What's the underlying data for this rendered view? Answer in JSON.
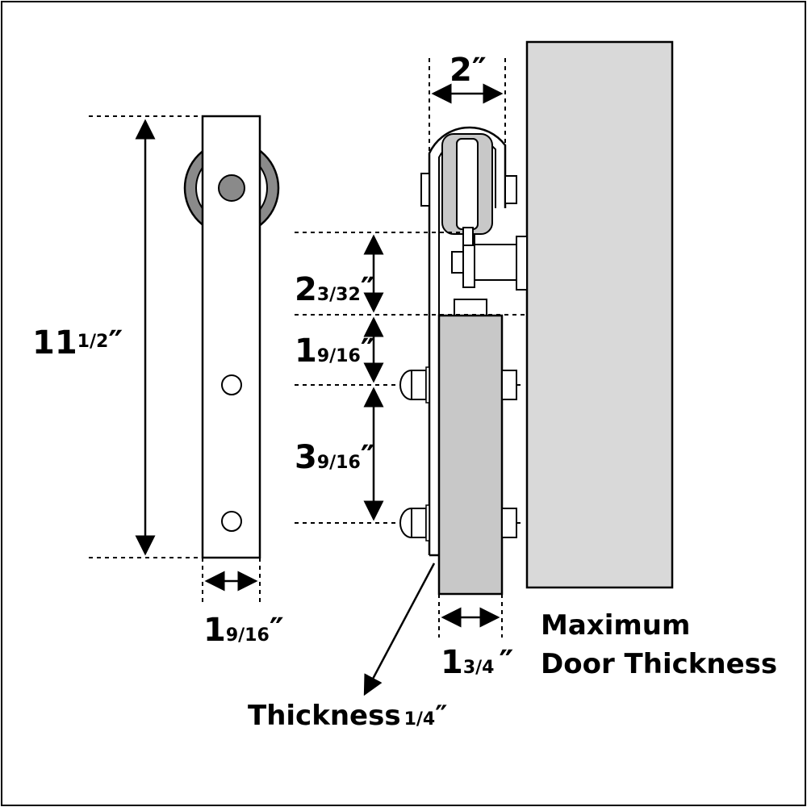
{
  "colors": {
    "line": "#000000",
    "metal_gray": "#c8c8c8",
    "wheel_gray": "#8a8a8a",
    "door_gray": "#d9d9d9",
    "background": "#ffffff"
  },
  "dimensions": {
    "total_height": {
      "whole": "11",
      "fraction": "1/2",
      "unit": "″"
    },
    "strap_width": {
      "whole": "1",
      "fraction": "9/16",
      "unit": "″"
    },
    "wheel_width": {
      "whole": "2",
      "fraction": "",
      "unit": "″"
    },
    "wheel_to_bolt": {
      "whole": "2",
      "fraction": "3/32",
      "unit": "″"
    },
    "top_to_bolt": {
      "whole": "1",
      "fraction": "9/16",
      "unit": "″"
    },
    "bolt_spacing": {
      "whole": "3",
      "fraction": "9/16",
      "unit": "″"
    },
    "door_thickness": {
      "whole": "1",
      "fraction": "3/4",
      "unit": "″"
    }
  },
  "labels": {
    "max_door_line1": "Maximum",
    "max_door_line2": "Door Thickness",
    "thickness_text": "Thickness",
    "thickness_fraction": "1/4",
    "thickness_unit": "″"
  }
}
